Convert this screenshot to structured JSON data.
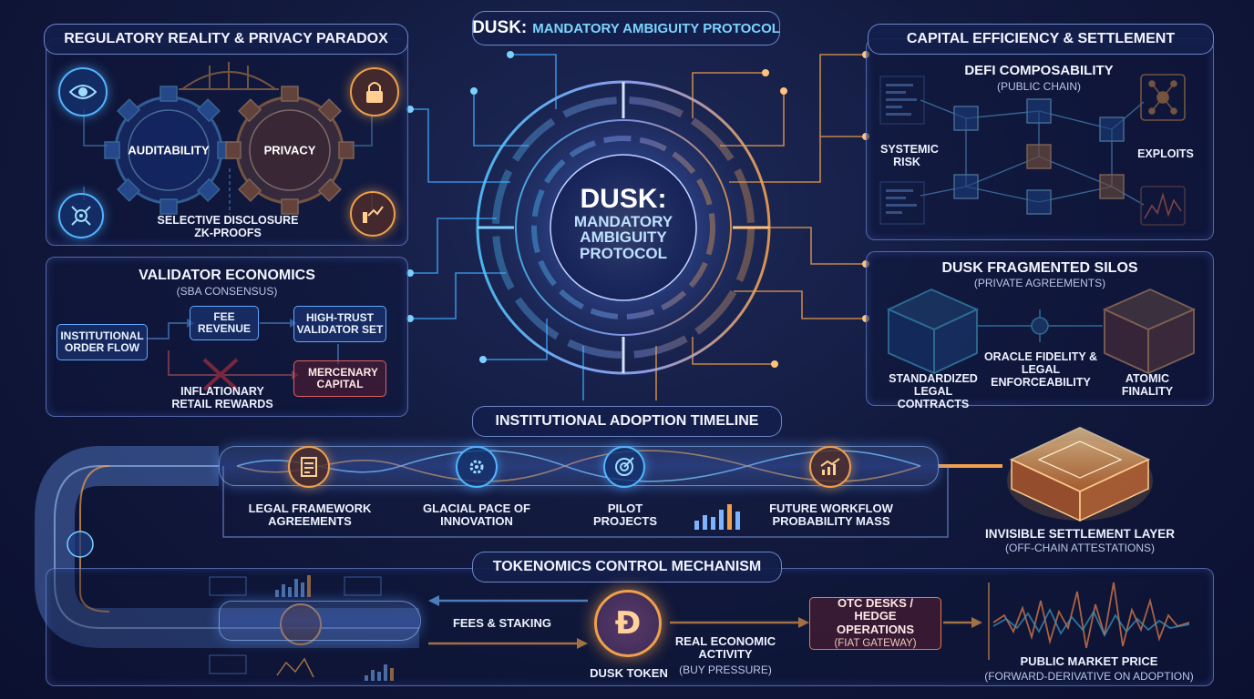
{
  "title": {
    "brand": "DUSK:",
    "rest": "MANDATORY AMBIGUITY PROTOCOL"
  },
  "core": {
    "line1": "DUSK:",
    "line2": "MANDATORY",
    "line3": "AMBIGUITY",
    "line4": "PROTOCOL"
  },
  "regulatory": {
    "title": "REGULATORY REALITY & PRIVACY PARADOX",
    "gear_left": "AUDITABILITY",
    "gear_right": "PRIVACY",
    "caption_line1": "SELECTIVE DISCLOSURE",
    "caption_line2": "ZK-PROOFS"
  },
  "validator": {
    "title": "VALIDATOR ECONOMICS",
    "subtitle": "(SBA CONSENSUS)",
    "order_flow": "INSTITUTIONAL ORDER FLOW",
    "fee_revenue": "FEE REVENUE",
    "validator_set": "HIGH-TRUST VALIDATOR SET",
    "inflationary": "INFLATIONARY RETAIL REWARDS",
    "mercenary": "MERCENARY CAPITAL"
  },
  "capital": {
    "title": "CAPITAL EFFICIENCY & SETTLEMENT",
    "defi_title": "DEFI COMPOSABILITY",
    "defi_sub": "(PUBLIC CHAIN)",
    "systemic_risk": "SYSTEMIC RISK",
    "exploits": "EXPLOITS"
  },
  "silos": {
    "title": "DUSK FRAGMENTED SILOS",
    "subtitle": "(PRIVATE AGREEMENTS)",
    "contracts": "STANDARDIZED LEGAL CONTRACTS",
    "oracle": "ORACLE FIDELITY & LEGAL ENFORCEABILITY",
    "atomic": "ATOMIC FINALITY"
  },
  "timeline": {
    "title": "INSTITUTIONAL ADOPTION TIMELINE",
    "steps": [
      "LEGAL FRAMEWORK AGREEMENTS",
      "GLACIAL PACE OF INNOVATION",
      "PILOT PROJECTS",
      "FUTURE WORKFLOW PROBABILITY MASS"
    ],
    "settlement_title": "INVISIBLE SETTLEMENT LAYER",
    "settlement_sub": "(OFF-CHAIN ATTESTATIONS)"
  },
  "tokenomics": {
    "title": "TOKENOMICS CONTROL MECHANISM",
    "fees_staking": "FEES & STAKING",
    "token": "DUSK TOKEN",
    "token_glyph": "Ð",
    "real_activity": "REAL ECONOMIC ACTIVITY",
    "buy_pressure": "(BUY PRESSURE)",
    "otc": "OTC DESKS / HEDGE OPERATIONS",
    "fiat": "(FIAT GATEWAY)",
    "market_price": "PUBLIC MARKET PRICE",
    "market_sub": "(FORWARD-DERIVATIVE ON ADOPTION)"
  },
  "icons": {
    "eye": "eye-icon",
    "lock": "lock-icon",
    "bridge": "bridge-icon",
    "network": "network-icon",
    "growth": "growth-chart-icon",
    "document": "document-icon",
    "gear_network": "gear-network-icon",
    "target": "target-icon",
    "token": "token-icon"
  },
  "colors": {
    "blue": "#4fb6ff",
    "orange": "#f0a04b",
    "red": "#e0605c",
    "cyan": "#3fd4ff",
    "background": "#121a3e"
  }
}
